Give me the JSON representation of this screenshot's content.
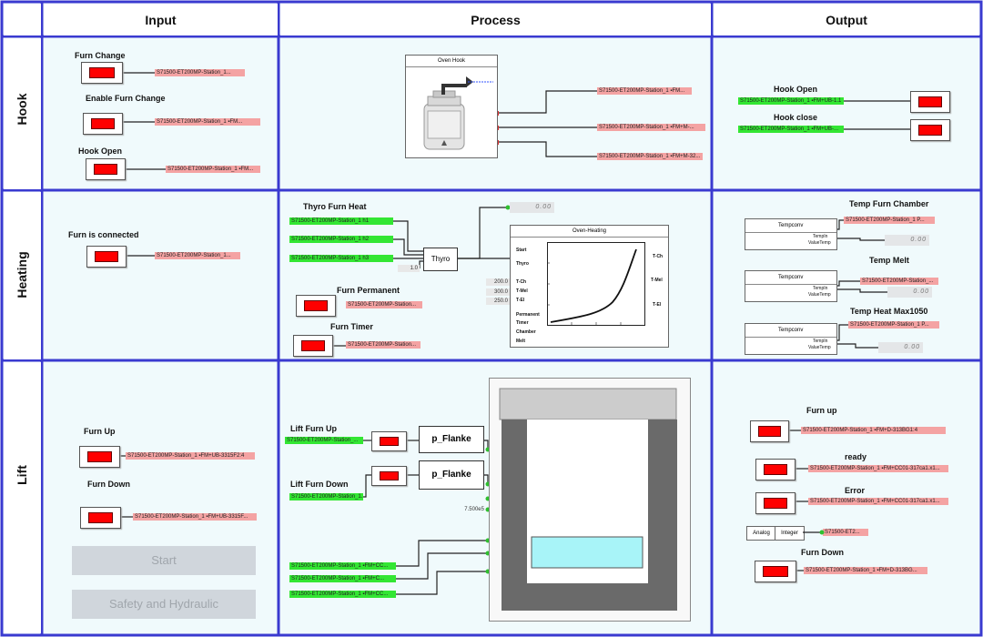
{
  "headers": {
    "input": "Input",
    "process": "Process",
    "output": "Output"
  },
  "rows": {
    "hook": "Hook",
    "heating": "Heating",
    "lift": "Lift"
  },
  "hook": {
    "inputs": [
      {
        "label": "Furn Change",
        "tag": "S71500-ET200MP-Station_1..."
      },
      {
        "label": "Enable Furn Change",
        "tag": "S71500-ET200MP-Station_1 ▪FM..."
      },
      {
        "label": "Hook Open",
        "tag": "S71500-ET200MP-Station_1 ▪FM..."
      }
    ],
    "process": {
      "window_title": "Oven Hook",
      "tags": [
        "S71500-ET200MP-Station_1 ▪FM...",
        "S71500-ET200MP-Station_1 ▪FM+M-...",
        "S71500-ET200MP-Station_1 ▪FM+M-32..."
      ]
    },
    "outputs": [
      {
        "label": "Hook Open",
        "tag": "S71500-ET200MP-Station_1 ▪FM+UB-1.1"
      },
      {
        "label": "Hook close",
        "tag": "S71500-ET200MP-Station_1 ▪FM+UB-..."
      }
    ]
  },
  "heating": {
    "input": {
      "label": "Furn is connected",
      "tag": "S71500-ET200MP-Station_1..."
    },
    "process": {
      "thyro_title": "Thyro Furn Heat",
      "thyro_tags": [
        "S71500-ET200MP-Station_1 h1",
        "S71500-ET200MP-Station_1 h2",
        "S71500-ET200MP-Station_1 h3"
      ],
      "thyro_block": "Thyro",
      "thyro_value": "1.0",
      "thyro_output_value": "0.00",
      "permanent_label": "Furn  Permanent",
      "permanent_tag": "S71500-ET200MP-Station...",
      "timer_label": "Furn Timer",
      "timer_tag": "S71500-ET200MP-Station...",
      "setpoints": [
        "200.0",
        "300.0",
        "250.0"
      ],
      "chart_title": "Oven-Heating",
      "left_labels": [
        "Start",
        "Thyro",
        "T-Ch",
        "T-Mel",
        "T-El",
        "Permanent",
        "Timer",
        "Chamber",
        "Melt"
      ],
      "right_labels": [
        "T-Ch",
        "T-Mel",
        "T-El"
      ]
    },
    "outputs": [
      {
        "label": "Temp Furn Chamber",
        "block": "Tempconv",
        "port1": "TempIn",
        "port2": "ValueTemp",
        "tag": "S71500-ET200MP-Station_1 P...",
        "value": "0.00"
      },
      {
        "label": "Temp Melt",
        "block": "Tempconv",
        "port1": "TempIn",
        "port2": "ValueTemp",
        "tag": "S71500-ET200MP-Station_...",
        "value": "0.00"
      },
      {
        "label": "Temp Heat Max1050",
        "block": "Tempconv",
        "port1": "TempIn",
        "port2": "ValueTemp",
        "tag": "S71500-ET200MP-Station_1 P...",
        "value": "0.00"
      }
    ]
  },
  "lift": {
    "inputs": [
      {
        "label": "Furn Up",
        "tag": "S71500-ET200MP-Station_1 ▪FM+UB-3315F2:4"
      },
      {
        "label": "Furn Down",
        "tag": "S71500-ET200MP-Station_1 ▪FM+UB-3315F..."
      }
    ],
    "buttons": {
      "start": "Start",
      "safety": "Safety and Hydraulic"
    },
    "process": {
      "up_label": "Lift Furn Up",
      "up_tag": "S71500-ET200MP-Station_...",
      "down_label": "Lift Furn Down",
      "down_tag": "S71500-ET200MP-Station_1...",
      "flank1": "p_Flanke",
      "flank2": "p_Flanke",
      "value": "7.500e5",
      "tags": [
        "S71500-ET200MP-Station_1 ▪FM+CC...",
        "S71500-ET200MP-Station_1 ▪FM+C...",
        "S71500-ET200MP-Station_1 ▪FM+CC..."
      ]
    },
    "outputs": [
      {
        "label": "Furn up",
        "tag": "S71500-ET200MP-Station_1 ▪FM+D-313BG1:4"
      },
      {
        "label": "ready",
        "tag": "S71500-ET200MP-Station_1 ▪FM+CC01-317ca1.x1..."
      },
      {
        "label": "Error",
        "tag": "S71500-ET200MP-Station_1 ▪FM+CC01-317ca1.x1..."
      },
      {
        "label": "Furn Down",
        "tag": "S71500-ET200MP-Station_1 ▪FM+D-313BG..."
      }
    ],
    "analog": "Analog",
    "integer": "Integer",
    "analog_tag": "S71500-ET2..."
  },
  "colors": {
    "grid": "#3a3ad0",
    "cell": "#f0fafc",
    "tag_red": "#f4a3a3",
    "tag_green": "#33e633",
    "led": "#ff0000",
    "tank_water": "#a8f4f8"
  }
}
